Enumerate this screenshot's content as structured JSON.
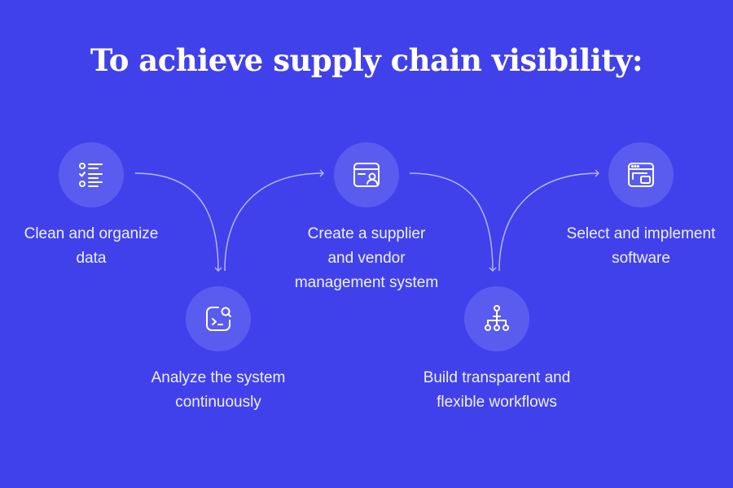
{
  "title": "To achieve supply chain visibility:",
  "steps": [
    {
      "icon": "checklist-icon",
      "lines": [
        "Clean and organize",
        "data"
      ]
    },
    {
      "icon": "search-code-icon",
      "lines": [
        "Analyze the system",
        "continuously"
      ]
    },
    {
      "icon": "id-card-icon",
      "lines": [
        "Create a supplier",
        "and vendor",
        "management system"
      ]
    },
    {
      "icon": "workflow-tree-icon",
      "lines": [
        "Build transparent and",
        "flexible workflows"
      ]
    },
    {
      "icon": "browser-window-icon",
      "lines": [
        "Select and implement",
        "software"
      ]
    }
  ],
  "colors": {
    "background": "#4141ec",
    "circle": "#5a5cf0",
    "text": "#ffffff",
    "connector": "#b9bbff"
  }
}
